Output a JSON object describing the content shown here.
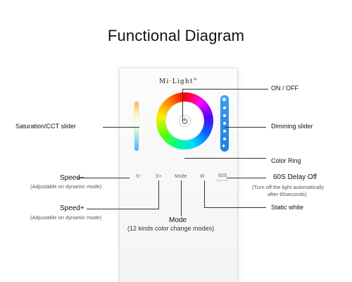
{
  "title": "Functional Diagram",
  "panel": {
    "brand": "Mi·Light",
    "brand_mark": "®",
    "keys": {
      "speed_minus": "S−",
      "speed_plus": "S+",
      "mode": "Mode",
      "white": "W",
      "delay": "60S",
      "delay_sub": "DELAY OFF"
    },
    "dimming_dots": 5,
    "colors": {
      "dimming_slider": "#1c7fe0"
    }
  },
  "labels": {
    "on_off": "ON / OFF",
    "saturation": "Saturation/CCT slider",
    "dimming": "Dimming slider",
    "color_ring": "Color Ring",
    "speed_minus": "Speed−",
    "speed_minus_note": "(Adjustable on dynamic mode)",
    "delay_off": "60S Delay Off",
    "delay_off_note_1": "(Turn off the light automatically",
    "delay_off_note_2": "after 60seconds)",
    "speed_plus": "Speed+",
    "speed_plus_note": "(Adjustable on dynamic mode)",
    "static_white": "Static white",
    "mode": "Mode",
    "mode_note": "(12 kinds color change modes)"
  }
}
